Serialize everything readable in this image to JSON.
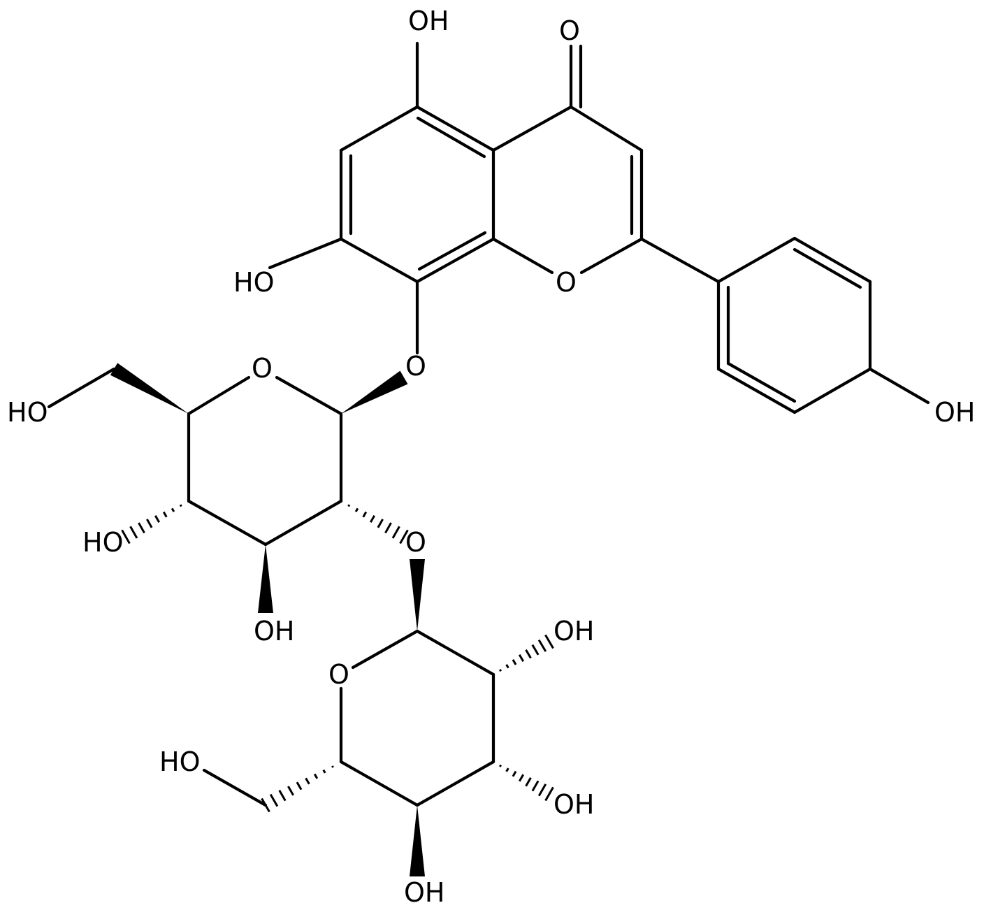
{
  "labels": {
    "oh_c5": "OH",
    "o_carbonyl": "O",
    "ho_c7": "HO",
    "o_ring": "O",
    "o_glycosidic": "O",
    "oh_phenol": "OH",
    "o_glc_ring": "O",
    "ho_glc_ch2": "HO",
    "ho_glc_c4": "HO",
    "o_interglycosidic": "O",
    "oh_glc_c3": "OH",
    "oh_gal_c2": "OH",
    "o_gal_ring": "O",
    "ho_gal_ch2": "HO",
    "oh_gal_c3": "OH",
    "oh_gal_c4": "OH"
  }
}
